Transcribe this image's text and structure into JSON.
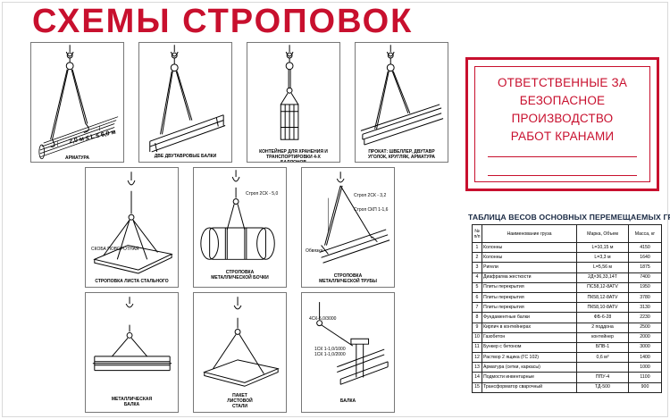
{
  "title": "СХЕМЫ СТРОПОВОК",
  "schemes": [
    {
      "caption": "АРМАТУРА",
      "label": "2,0 м ≤ L ≤ 6,0 м"
    },
    {
      "caption": "ДВЕ ДВУТАВРОВЫЕ БАЛКИ"
    },
    {
      "caption": "КОНТЕЙНЕР ДЛЯ ХРАНЕНИЯ И ТРАНСПОРТИРОВКИ 4-Х БАЛЛОНОВ"
    },
    {
      "caption": "ПРОКАТ: ШВЕЛЛЕР, ДВУТАВР УГОЛОК, КРУГЛЯК, АРМАТУРА"
    },
    {
      "caption": "СТРОПОВКА ЛИСТА СТАЛЬНОГО",
      "label": "СКОБА ПОВОРОТНАЯ"
    },
    {
      "caption": "СТРОПОВКА МЕТАЛЛИЧЕСКОЙ БОЧКИ",
      "label": "Строп 2СК - 5,0"
    },
    {
      "caption": "СТРОПОВКА МЕТАЛЛИЧЕСКОЙ ТРУБЫ",
      "label_a": "Строп 2СК - 3,2",
      "label_b": "Строп СКП 1-1,6",
      "label_c": "Обвязка"
    },
    {
      "caption": "МЕТАЛЛИЧЕСКАЯ БАЛКА"
    },
    {
      "caption": "ПАКЕТ ЛИСТОВОЙ СТАЛИ"
    },
    {
      "caption": "БАЛКА",
      "label_a": "4СК-5,0/3000",
      "label_b": "1СК 1-1,0/1000",
      "label_c": "1СК 1-1,0/2000"
    }
  ],
  "responsible": {
    "line1": "ОТВЕТСТВЕННЫЕ ЗА",
    "line2": "БЕЗОПАСНОЕ ПРОИЗВОДСТВО",
    "line3": "РАБОТ КРАНАМИ"
  },
  "table": {
    "title": "ТАБЛИЦА ВЕСОВ ОСНОВНЫХ ПЕРЕМЕЩАЕМЫХ ГРУЗОВ",
    "headers": [
      "№ п/п",
      "Наименование груза",
      "Марка, Объем",
      "Масса, кг"
    ],
    "rows": [
      [
        "1",
        "Колонны",
        "L=10,15 м",
        "4150"
      ],
      [
        "2",
        "Колонны",
        "L=3,3 м",
        "1640"
      ],
      [
        "3",
        "Ригели",
        "L=5,56 м",
        "1875"
      ],
      [
        "4",
        "Диафрагма жесткости",
        "2Д×36,33,14Т",
        "7400"
      ],
      [
        "5",
        "Плиты перекрытия",
        "ПС58,12-8АТV",
        "1950"
      ],
      [
        "6",
        "Плиты перекрытия",
        "ПК58,12-8АТV",
        "3780"
      ],
      [
        "7",
        "Плиты перекрытия",
        "ПК58,10-8АТV",
        "3130"
      ],
      [
        "8",
        "Фундаментные балки",
        "ФБ-6-28",
        "2230"
      ],
      [
        "9",
        "Кирпич в контейнерах",
        "2 поддона",
        "2500"
      ],
      [
        "10",
        "Газобетон",
        "контейнер",
        "2000"
      ],
      [
        "11",
        "Бункер с бетоном",
        "БПВ-1",
        "3000"
      ],
      [
        "12",
        "Раствор 2 ящика (ГС 102)",
        "0,6 м³",
        "1400"
      ],
      [
        "13",
        "Арматура (сетки, каркасы)",
        "",
        "1000"
      ],
      [
        "14",
        "Подмости инвентарные",
        "ППУ-4",
        "1100"
      ],
      [
        "15",
        "Трансформатор сварочный",
        "ТД-500",
        "900"
      ]
    ]
  },
  "colors": {
    "accent": "#c8102e",
    "table_title": "#1a2a44",
    "line": "#000000"
  }
}
